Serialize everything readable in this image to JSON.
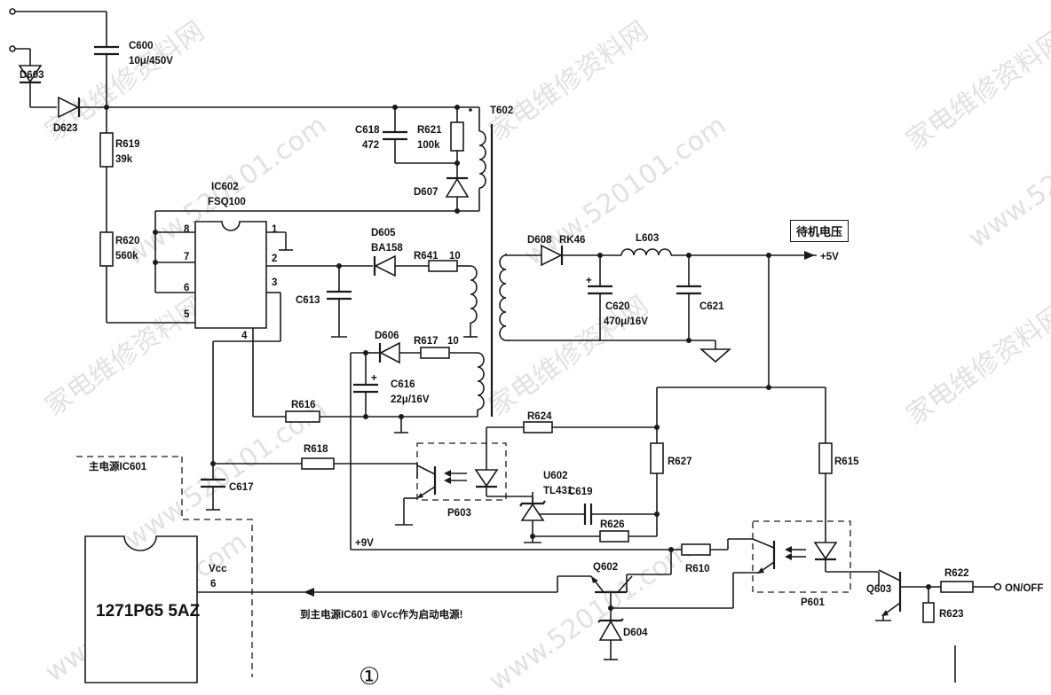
{
  "watermarks": [
    "家电维修资料网",
    "www.520101.com",
    "家电维修资料网",
    "www.520101.com",
    "家电维修资料网",
    "www.520101.com",
    "家电维修资料网",
    "www.520101.com",
    "家电维修资料网",
    "www.520101.com",
    "家电维修资料网",
    "www.520101.com"
  ],
  "labels": {
    "c600": "C600",
    "c600v": "10μ/450V",
    "d603": "D603",
    "d623": "D623",
    "r619": "R619",
    "r619v": "39k",
    "r620": "R620",
    "r620v": "560k",
    "ic602": "IC602",
    "ic602t": "FSQ100",
    "c618": "C618",
    "c618v": "472",
    "r621": "R621",
    "r621v": "100k",
    "t602": "T602",
    "d607": "D607",
    "d605": "D605",
    "d605t": "BA158",
    "r641": "R641",
    "r641v": "10",
    "c613": "C613",
    "d606": "D606",
    "r617": "R617",
    "r617v": "10",
    "c616": "C616",
    "c616v": "22μ/16V",
    "r616": "R616",
    "r618": "R618",
    "c617": "C617",
    "d608": "D608",
    "rk46": "RK46",
    "l603": "L603",
    "c620": "C620",
    "c620v": "470μ/16V",
    "c621": "C621",
    "plus5v": "+5V",
    "r624": "R624",
    "r627": "R627",
    "r615": "R615",
    "u602": "U602",
    "tl431": "TL431",
    "c619": "C619",
    "r626": "R626",
    "p603": "P603",
    "p601": "P601",
    "plus9v": "+9V",
    "r610": "R610",
    "q602": "Q602",
    "d604": "D604",
    "q603": "Q603",
    "r622": "R622",
    "r623": "R623",
    "onoff": "ON/OFF",
    "main_ic": "主电源IC601",
    "chip": "1271P65 5AZ",
    "vcc": "Vcc",
    "vcc6": "6",
    "note": "到主电源IC601 ⑥Vcc作为启动电源!",
    "fig": "①",
    "pin1": "1",
    "pin2": "2",
    "pin3": "3",
    "pin4": "4",
    "pin5": "5",
    "pin6": "6",
    "pin7": "7",
    "pin8": "8"
  },
  "standby_box": "待机电压"
}
